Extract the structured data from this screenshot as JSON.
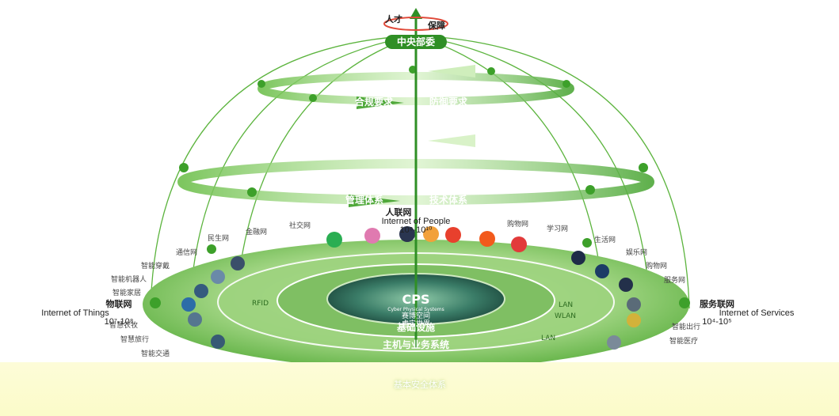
{
  "top": {
    "talent": "人才",
    "guarantee": "保障",
    "central": "中央部委"
  },
  "rings": {
    "upper_left": "合规要求",
    "upper_right": "防御要求",
    "lower_left": "管理体系",
    "lower_right": "技术体系"
  },
  "people_net": {
    "cn": "人联网",
    "en": "Internet of People",
    "scale": "10⁹-10¹⁰"
  },
  "things_net": {
    "cn": "物联网",
    "en": "Internet of Things",
    "scale": "10⁷-10⁸"
  },
  "services_net": {
    "cn": "服务联网",
    "en": "Internet of Services",
    "scale": "10⁴-10⁵"
  },
  "left_items": [
    "民生网",
    "通信网",
    "智能穿戴",
    "智能机器人",
    "智能家居",
    "智慧农牧",
    "智慧旅行",
    "智能交通"
  ],
  "right_items": [
    "生活网",
    "娱乐网",
    "购物网",
    "服务网",
    "智能出行",
    "智能医疗"
  ],
  "top_items": [
    "金融网",
    "社交网",
    "购物网",
    "学习网"
  ],
  "ring_tags": {
    "rfid": "RFID",
    "lan1": "LAN",
    "wlan": "WLAN",
    "lan2": "LAN"
  },
  "center": {
    "cps": "CPS",
    "cps_en": "Cyber Physical Systems",
    "line1": "赛博空间",
    "line2": "虚实世界",
    "infra": "基础设施",
    "host": "主机与业务系统"
  },
  "bottom": "基本安全体系",
  "colors": {
    "green": "#3a9a2a",
    "light_green": "#bfe6a6",
    "dark_green": "#1f6b1a",
    "band": "#fbfbc9"
  }
}
